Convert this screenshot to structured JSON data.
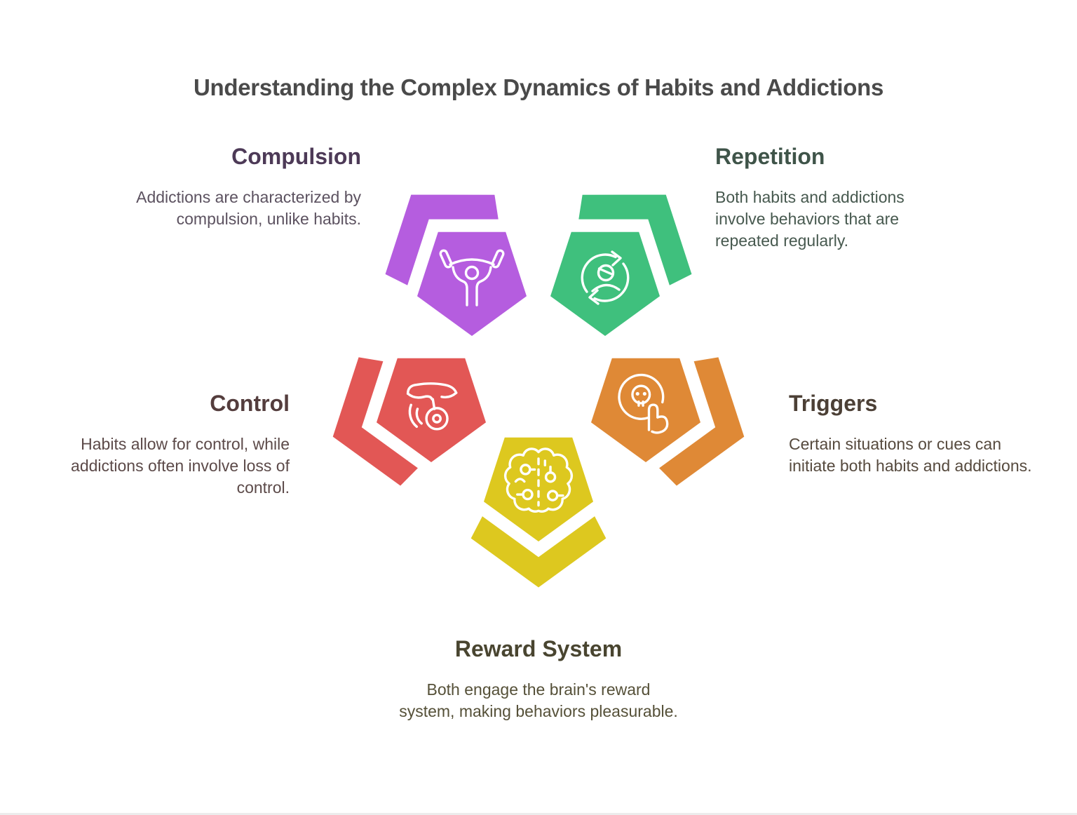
{
  "title": "Understanding the Complex Dynamics of Habits and Addictions",
  "title_color": "#4a4a4a",
  "icon_stroke": "#ffffff",
  "sections": [
    {
      "id": "compulsion",
      "label": "Compulsion",
      "description": "Addictions are characterized by compulsion, unlike habits.",
      "shape_color": "#b55ddf",
      "heading_color": "#4d3a57",
      "body_color": "#5c5260",
      "icon": "weightlifter-icon"
    },
    {
      "id": "repetition",
      "label": "Repetition",
      "description": "Both habits and addictions involve behaviors that are repeated regularly.",
      "shape_color": "#3fc07d",
      "heading_color": "#3f5449",
      "body_color": "#47594f",
      "icon": "person-refresh-icon"
    },
    {
      "id": "control",
      "label": "Control",
      "description": "Habits allow for control, while addictions often involve loss of control.",
      "shape_color": "#e25755",
      "heading_color": "#543d3d",
      "body_color": "#5c4a49",
      "icon": "hand-yoyo-icon"
    },
    {
      "id": "triggers",
      "label": "Triggers",
      "description": "Certain situations or cues can initiate both habits and addictions.",
      "shape_color": "#df8936",
      "heading_color": "#4c4036",
      "body_color": "#564a3e",
      "icon": "skull-button-press-icon"
    },
    {
      "id": "reward_system",
      "label": "Reward System",
      "description": "Both engage the brain's reward system, making behaviors pleasurable.",
      "shape_color": "#ddc81f",
      "heading_color": "#494530",
      "body_color": "#555038",
      "icon": "brain-icon"
    }
  ]
}
